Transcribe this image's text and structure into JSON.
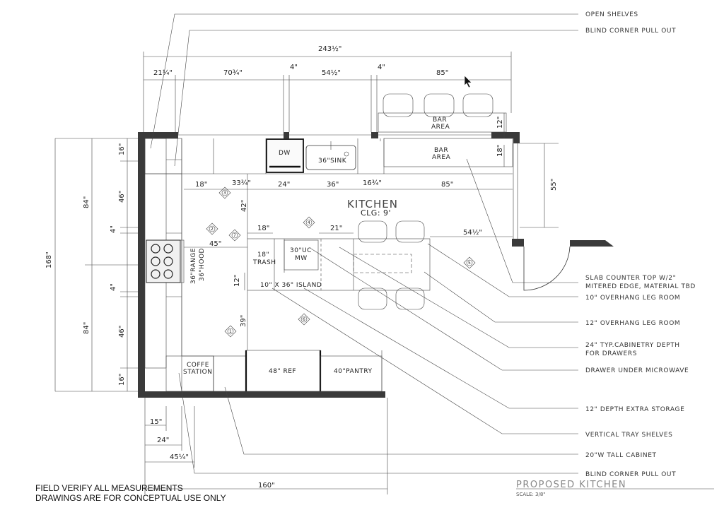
{
  "title": {
    "main": "PROPOSED KITCHEN",
    "scale": "SCALE: 3/8\""
  },
  "room": {
    "name": "KITCHEN",
    "ceiling": "CLG: 9'"
  },
  "notes": [
    "FIELD VERIFY ALL MEASUREMENTS",
    "DRAWINGS ARE FOR CONCEPTUAL USE ONLY"
  ],
  "dims": {
    "overall_width": "243½\"",
    "w21": "21¼\"",
    "w70": "70¾\"",
    "w4a": "4\"",
    "w54": "54½\"",
    "w4b": "4\"",
    "w85": "85\"",
    "h168": "168\"",
    "h84a": "84\"",
    "h84b": "84\"",
    "h16a": "16\"",
    "h46a": "46\"",
    "h4a": "4\"",
    "h4b": "4\"",
    "h46b": "46\"",
    "h16b": "16\"",
    "d18": "18\"",
    "d33": "33¾\"",
    "d24": "24\"",
    "d36": "36\"",
    "d16": "16¾\"",
    "d85": "85\"",
    "d42": "42\"",
    "d45": "45\"",
    "d18b": "18\"",
    "d21": "21\"",
    "d54": "54½\"",
    "d12": "12\"",
    "d39": "39\"",
    "d12b": "12\"",
    "d18c": "18\"",
    "d55": "55\"",
    "b15": "15\"",
    "b24": "24\"",
    "b45": "45¼\"",
    "b160": "160\""
  },
  "fixtures": {
    "dw": "DW",
    "sink": "36\"SINK",
    "bar1": [
      "BAR",
      "AREA"
    ],
    "bar2": [
      "BAR",
      "AREA"
    ],
    "range": [
      "36\"RANGE",
      "36\"HOOD"
    ],
    "trash": [
      "18\"",
      "TRASH"
    ],
    "mw": [
      "30\"UC",
      "MW"
    ],
    "island": "10\" X 36\" ISLAND",
    "coffee": [
      "COFFE",
      "STATION"
    ],
    "ref": "48\" REF",
    "pantry": "40\"PANTRY"
  },
  "markers": [
    "1",
    "2",
    "3",
    "4",
    "5",
    "6",
    "7"
  ],
  "callouts": [
    "OPEN SHELVES",
    "BLIND CORNER PULL OUT",
    "SLAB COUNTER TOP W/2\"",
    "MITERED EDGE, MATERIAL TBD",
    "10\" OVERHANG LEG ROOM",
    "12\" OVERHANG LEG ROOM",
    "24\" TYP.CABINETRY DEPTH",
    "FOR DRAWERS",
    "DRAWER UNDER MICROWAVE",
    "12\" DEPTH EXTRA STORAGE",
    "VERTICAL TRAY SHELVES",
    "20\"W TALL CABINET",
    "BLIND CORNER PULL OUT"
  ]
}
